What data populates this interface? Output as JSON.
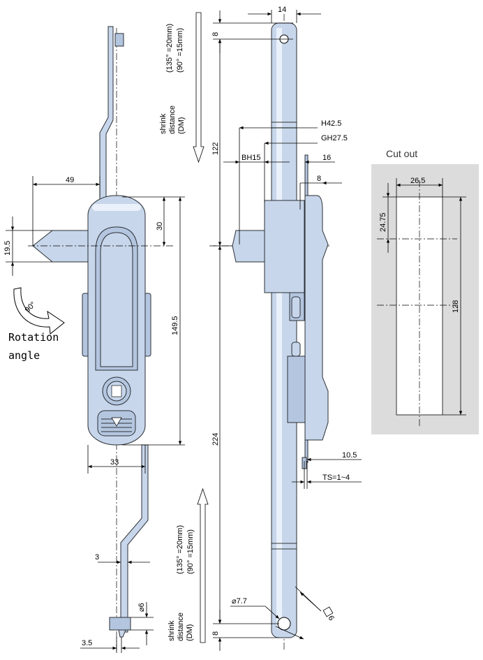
{
  "labels": {
    "rotation_line1": "Rotation",
    "rotation_line2": "angle",
    "rotation_deg": "90°",
    "cut_out_title": "Cut out",
    "shrink_top_1": "(135° =20mm)",
    "shrink_top_2": "(90° =15mm)",
    "shrink_top_3": "shrink",
    "shrink_top_4": "distance",
    "shrink_top_5": "(DM)",
    "shrink_bot_1": "(135° =20mm)",
    "shrink_bot_2": "(90° =15mm)",
    "shrink_bot_3": "shrink",
    "shrink_bot_4": "distance",
    "shrink_bot_5": "(DM)"
  },
  "dimensions": {
    "d49": "49",
    "d19_5": "19.5",
    "d30": "30",
    "d149_5": "149.5",
    "d33": "33",
    "d3": "3",
    "d6": "6",
    "d3_5": "3.5",
    "d14": "14",
    "d8_top": "8",
    "d122": "122",
    "d224": "224",
    "d8_bottom": "8",
    "h42_5": "H42.5",
    "gh27_5": "GH27.5",
    "bh15": "BH15",
    "d16": "16",
    "d8_right": "8",
    "d10_5": "10.5",
    "ts": "TS=1~4",
    "d7_7": "7.7",
    "sq6": "6",
    "cut_26_5": "26.5",
    "cut_24_75": "24.75",
    "cut_128": "128"
  },
  "colors": {
    "part_fill": "#c7d6ea",
    "cutout_panel": "#dcdcdc"
  }
}
